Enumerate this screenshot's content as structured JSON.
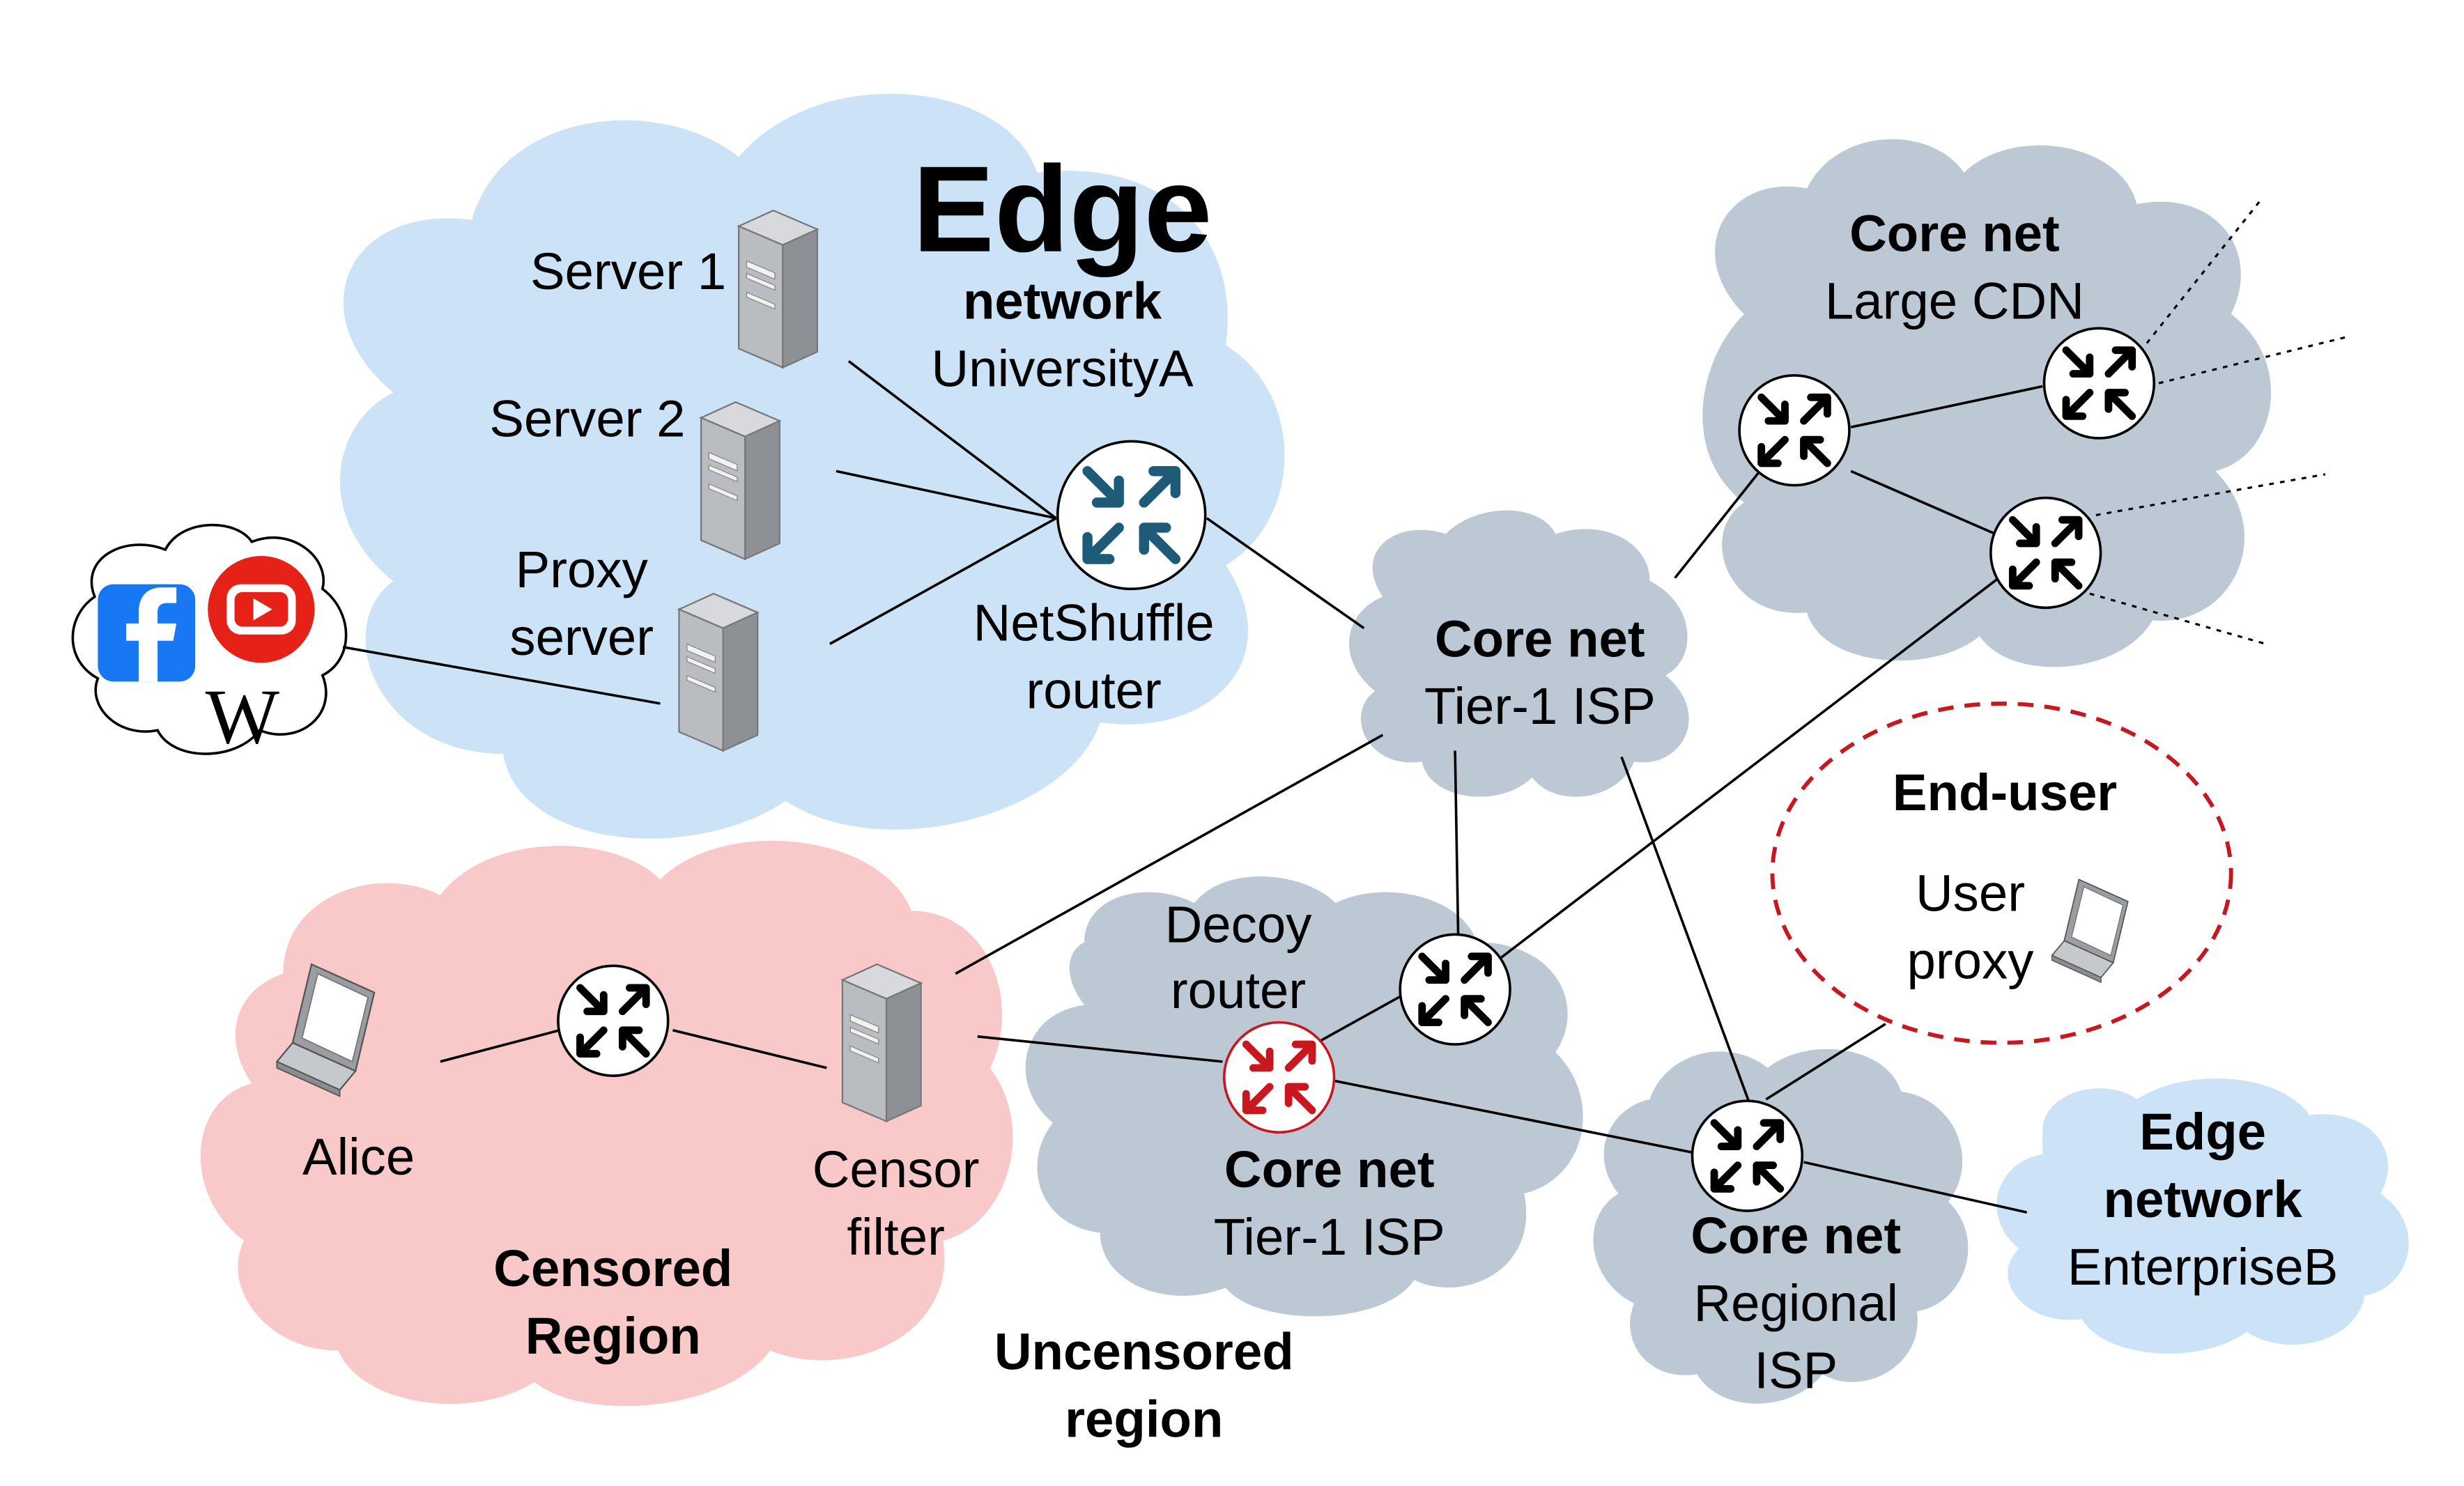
{
  "colors": {
    "edge_cloud": "#cce3f7",
    "core_cloud": "#bcc9d4",
    "censored_cloud": "#f8c9c8",
    "router_netshuffle": "#1d5b78",
    "router_decoy": "#c8171e",
    "end_user_dash": "#c8171e",
    "facebook": "#1877f2",
    "youtube": "#e62117"
  },
  "edge_university": {
    "title_line1": "Edge",
    "title_line2": "network",
    "name": "UniversityA"
  },
  "server1": {
    "label": "Server 1"
  },
  "server2": {
    "label": "Server 2"
  },
  "proxy_server": {
    "line1": "Proxy",
    "line2": "server"
  },
  "netshuffle": {
    "line1": "NetShuffle",
    "line2": "router"
  },
  "external_sites": {
    "wikipedia": "W"
  },
  "core_cdn": {
    "title": "Core net",
    "name": "Large CDN"
  },
  "core_tier1_top": {
    "title": "Core net",
    "name": "Tier-1 ISP"
  },
  "end_user": {
    "title": "End-user",
    "line1": "User",
    "line2": "proxy"
  },
  "censored": {
    "alice": "Alice",
    "censor_line1": "Censor",
    "censor_line2": "filter",
    "region_line1": "Censored",
    "region_line2": "Region"
  },
  "decoy": {
    "line1": "Decoy",
    "line2": "router"
  },
  "core_tier1_bottom": {
    "title": "Core net",
    "name": "Tier-1 ISP"
  },
  "uncensored": {
    "line1": "Uncensored",
    "line2": "region"
  },
  "core_regional": {
    "title": "Core net",
    "line1": "Regional",
    "line2": "ISP"
  },
  "edge_enterprise": {
    "title_line1": "Edge",
    "title_line2": "network",
    "name": "EnterpriseB"
  }
}
